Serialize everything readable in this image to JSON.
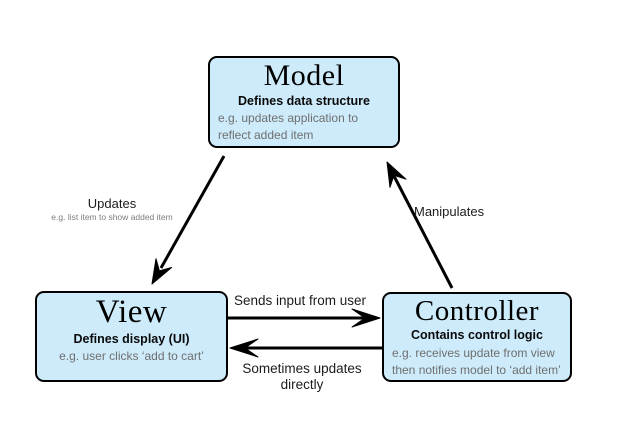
{
  "palette": {
    "background": "#ffffff",
    "box_fill": "#cdebfa",
    "box_border": "#000000",
    "arrow": "#000000",
    "label": "#1c1c1c",
    "muted": "#6f6f6f",
    "muted_light": "#7d7d7d"
  },
  "nodes": {
    "model": {
      "title": "Model",
      "subtitle": "Defines data structure",
      "example": "e.g. updates application to reflect added item"
    },
    "view": {
      "title": "View",
      "subtitle": "Defines display (UI)",
      "example": "e.g. user clicks ‘add to cart’"
    },
    "controller": {
      "title": "Controller",
      "subtitle": "Contains control logic",
      "example": "e.g. receives update from view then notifies model to ‘add item’"
    }
  },
  "edges": {
    "model_to_view": {
      "label": "Updates",
      "sublabel": "e.g. list item to show added item"
    },
    "controller_to_model": {
      "label": "Manipulates"
    },
    "view_to_controller": {
      "label": "Sends input from user"
    },
    "controller_to_view": {
      "label": "Sometimes updates directly"
    }
  }
}
